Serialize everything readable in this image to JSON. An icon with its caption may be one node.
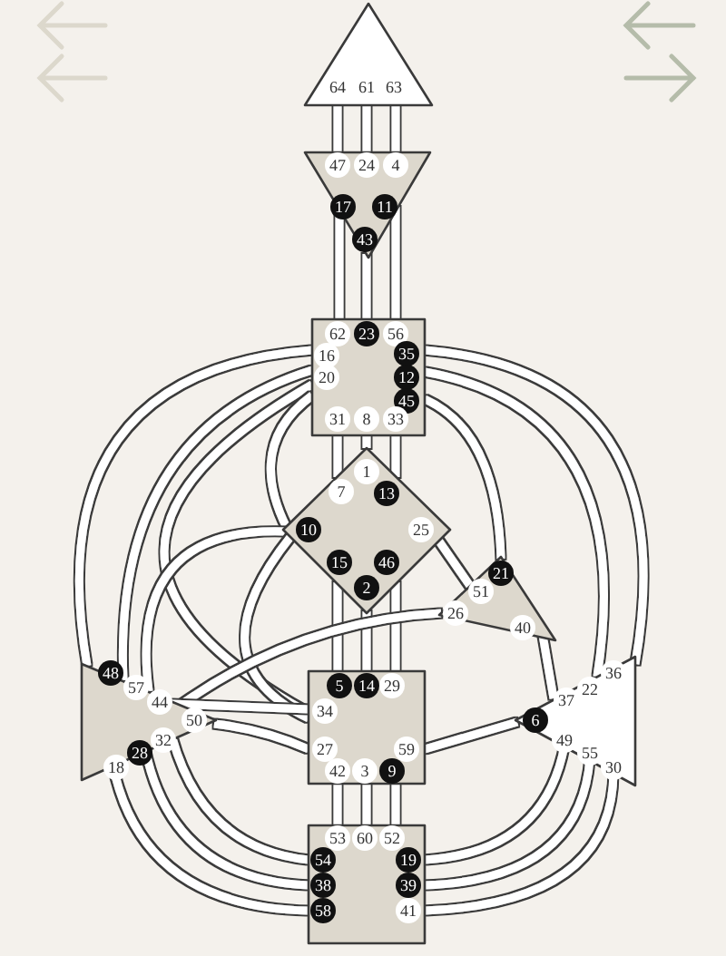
{
  "diagram": {
    "nodes": [
      {
        "text": [
          "64",
          "61",
          "63"
        ]
      },
      {
        "text": [
          "47",
          "24",
          "4",
          "17",
          "11",
          "43"
        ]
      },
      {
        "text": [
          "62",
          "23",
          "56",
          "16",
          "35",
          "20",
          "12",
          "45",
          "31",
          "8",
          "33"
        ]
      },
      {
        "text": [
          "1",
          "7",
          "13",
          "10",
          "25",
          "15",
          "46",
          "2"
        ]
      },
      {
        "text": [
          "21",
          "51",
          "26",
          "40"
        ]
      },
      {
        "text": [
          "48",
          "57",
          "44",
          "50",
          "32",
          "28",
          "18"
        ]
      },
      {
        "text": [
          "5",
          "14",
          "29",
          "34",
          "27",
          "59",
          "42",
          "3",
          "9"
        ]
      },
      {
        "text": [
          "36",
          "22",
          "37",
          "6",
          "49",
          "55",
          "30"
        ]
      },
      {
        "text": [
          "53",
          "60",
          "52",
          "54",
          "19",
          "38",
          "39",
          "58",
          "41"
        ]
      }
    ],
    "edges": [
      {
        "from": 0,
        "to": 1,
        "arrow": "none"
      },
      {
        "from": 0,
        "to": 1,
        "arrow": "none"
      },
      {
        "from": 0,
        "to": 1,
        "arrow": "none"
      },
      {
        "from": 1,
        "to": 2,
        "arrow": "none"
      },
      {
        "from": 1,
        "to": 2,
        "arrow": "none"
      },
      {
        "from": 1,
        "to": 2,
        "arrow": "none"
      },
      {
        "from": 2,
        "to": 5,
        "arrow": "none"
      },
      {
        "from": 2,
        "to": 5,
        "arrow": "none"
      },
      {
        "from": 2,
        "to": 6,
        "arrow": "none"
      },
      {
        "from": 2,
        "to": 3,
        "arrow": "none"
      },
      {
        "from": 2,
        "to": 7,
        "arrow": "none"
      },
      {
        "from": 2,
        "to": 7,
        "arrow": "none"
      },
      {
        "from": 2,
        "to": 4,
        "arrow": "none"
      },
      {
        "from": 2,
        "to": 3,
        "arrow": "none"
      },
      {
        "from": 2,
        "to": 3,
        "arrow": "none"
      },
      {
        "from": 2,
        "to": 3,
        "arrow": "none"
      },
      {
        "from": 3,
        "to": 5,
        "arrow": "none"
      },
      {
        "from": 3,
        "to": 6,
        "arrow": "none"
      },
      {
        "from": 3,
        "to": 4,
        "arrow": "none"
      },
      {
        "from": 3,
        "to": 6,
        "arrow": "none"
      },
      {
        "from": 3,
        "to": 6,
        "arrow": "none"
      },
      {
        "from": 3,
        "to": 6,
        "arrow": "none"
      },
      {
        "from": 4,
        "to": 5,
        "arrow": "none"
      },
      {
        "from": 4,
        "to": 7,
        "arrow": "none"
      },
      {
        "from": 5,
        "to": 6,
        "arrow": "none"
      },
      {
        "from": 5,
        "to": 6,
        "arrow": "none"
      },
      {
        "from": 5,
        "to": 8,
        "arrow": "none"
      },
      {
        "from": 5,
        "to": 8,
        "arrow": "none"
      },
      {
        "from": 5,
        "to": 8,
        "arrow": "none"
      },
      {
        "from": 6,
        "to": 7,
        "arrow": "none"
      },
      {
        "from": 6,
        "to": 8,
        "arrow": "none"
      },
      {
        "from": 6,
        "to": 8,
        "arrow": "none"
      },
      {
        "from": 6,
        "to": 8,
        "arrow": "none"
      },
      {
        "from": 8,
        "to": 7,
        "arrow": "none"
      },
      {
        "from": 8,
        "to": 7,
        "arrow": "none"
      },
      {
        "from": 8,
        "to": 7,
        "arrow": "none"
      }
    ]
  }
}
